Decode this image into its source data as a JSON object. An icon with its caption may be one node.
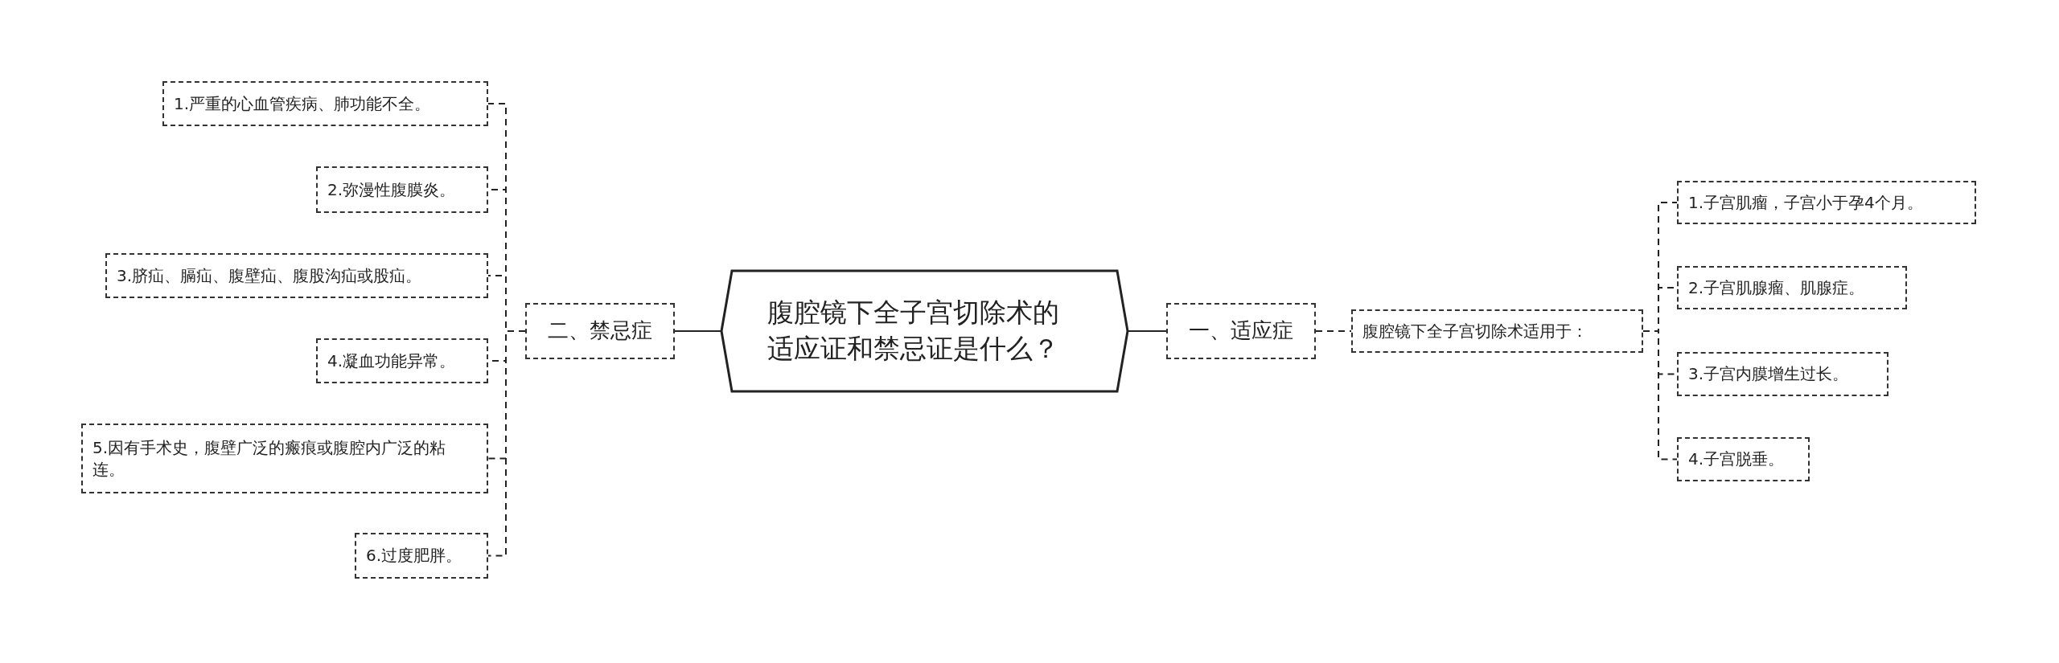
{
  "diagram": {
    "nodes": [
      {
        "text": [
          "腹腔镜下全子宫切除术的适应证和禁忌证是什么？"
        ]
      },
      {
        "text": [
          "二、禁忌症"
        ]
      },
      {
        "text": [
          "1.严重的心血管疾病、肺功能不全。"
        ]
      },
      {
        "text": [
          "2.弥漫性腹膜炎。"
        ]
      },
      {
        "text": [
          "3.脐疝、膈疝、腹壁疝、腹股沟疝或股疝。"
        ]
      },
      {
        "text": [
          "4.凝血功能异常。"
        ]
      },
      {
        "text": [
          "5.因有手术史，腹壁广泛的瘢痕或腹腔内广泛的粘连。"
        ]
      },
      {
        "text": [
          "6.过度肥胖。"
        ]
      },
      {
        "text": [
          "一、适应症"
        ]
      },
      {
        "text": [
          "腹腔镜下全子宫切除术适用于："
        ]
      },
      {
        "text": [
          "1.子宫肌瘤，子宫小于孕4个月。"
        ]
      },
      {
        "text": [
          "2.子宫肌腺瘤、肌腺症。"
        ]
      },
      {
        "text": [
          "3.子宫内膜增生过长。"
        ]
      },
      {
        "text": [
          "4.子宫脱垂。"
        ]
      }
    ],
    "edges": [
      {
        "from": 0,
        "to": 1,
        "arrow": "none"
      },
      {
        "from": 1,
        "to": 2,
        "arrow": "none",
        "style": "dashed"
      },
      {
        "from": 1,
        "to": 3,
        "arrow": "none",
        "style": "dashed"
      },
      {
        "from": 1,
        "to": 4,
        "arrow": "none",
        "style": "dashed"
      },
      {
        "from": 1,
        "to": 5,
        "arrow": "none",
        "style": "dashed"
      },
      {
        "from": 1,
        "to": 6,
        "arrow": "none",
        "style": "dashed"
      },
      {
        "from": 1,
        "to": 7,
        "arrow": "none",
        "style": "dashed"
      },
      {
        "from": 0,
        "to": 8,
        "arrow": "none"
      },
      {
        "from": 8,
        "to": 9,
        "arrow": "none",
        "style": "dashed"
      },
      {
        "from": 9,
        "to": 10,
        "arrow": "none",
        "style": "dashed"
      },
      {
        "from": 9,
        "to": 11,
        "arrow": "none",
        "style": "dashed"
      },
      {
        "from": 9,
        "to": 12,
        "arrow": "none",
        "style": "dashed"
      },
      {
        "from": 9,
        "to": 13,
        "arrow": "none",
        "style": "dashed"
      }
    ]
  }
}
